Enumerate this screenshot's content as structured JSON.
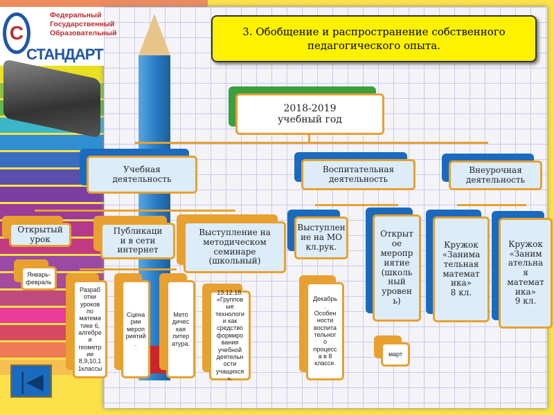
{
  "logo": {
    "line1": "Федеральный",
    "line2": "Государственный",
    "line3": "Образовательный",
    "wordmark": "СТАНДАРТ"
  },
  "title": "3. Обобщение и распространение собственного педагогического опыта.",
  "root": "2018-2019\nучебный год",
  "level2": [
    "Учебная\nдеятельность",
    "Воспитательная\nдеятельность",
    "Внеурочная\nдеятельность"
  ],
  "level3": [
    "Открытый\nурок",
    "Публикаци\nи в сети\nинтернет",
    "Выступление на\nметодическом\nсеминаре\n(школьный)",
    "Выступлен\nие на МО\nкл.рук.",
    "Открыт\nое\nмеропр\nиятие\n(школь\nный\nуровен\nь)",
    "Кружок\n«Занима\nтельная\nматемат\nика»\n8 кл.",
    "Кружок\n«Заним\nательна\nя\nматемат\nика»\n9 кл."
  ],
  "level4": [
    "Январь-\nфевраль",
    "Разраб\nотки\nуроков\nпо\nматема\nтике 6,\nалгебре\nи\nгеометр\nии\n8,9,10,1\n1классы",
    "Сцена\nрии\nмероп\nриятий\n.",
    "Мето\nдичес\nкая\nлитер\nатура.",
    "13.12.18.\n«Группов\nые\nтехнологи\nи как\nсредство\nформиро\nвания\nучебной\nдеятельн\nости\nучащихся\n».",
    "Декабрь\n.\nОсобен\nности\nвоспита\nтельног\nо\nпроцесс\nа в 8\nклассе.",
    "март"
  ],
  "colors": {
    "accent": "#e8a030",
    "blue": "#1a6bbf",
    "green": "#3aa040",
    "title_bg": "#fff200"
  },
  "back_button_icon": "first-slide-icon"
}
